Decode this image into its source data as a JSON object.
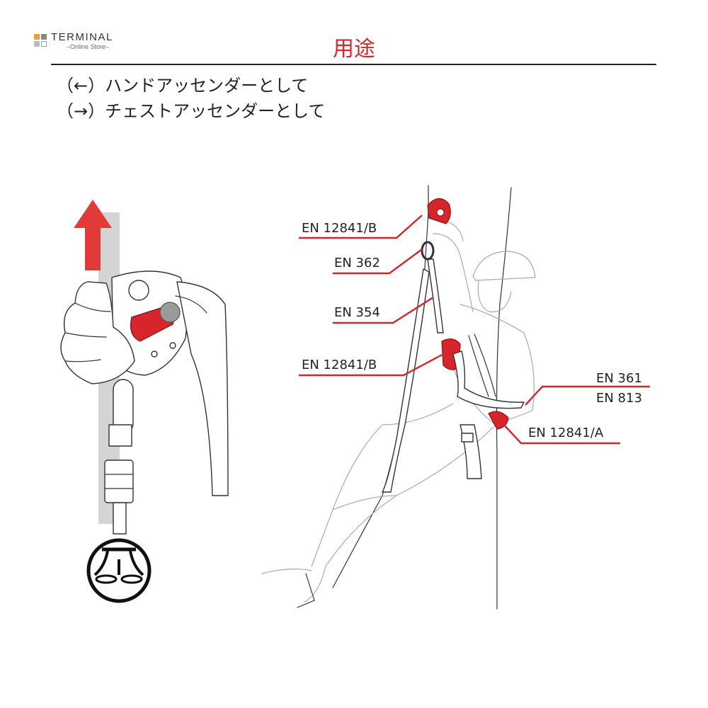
{
  "header": {
    "logo_text": "TERMINAL",
    "logo_subtext": "–Online Store–",
    "title": "用途"
  },
  "subtitle_lines": [
    "（←）ハンドアッセンダーとして",
    "（→）チェストアッセンダーとして"
  ],
  "labels": {
    "en12841b_top": "EN 12841/B",
    "en362": "EN 362",
    "en354": "EN 354",
    "en12841b_mid": "EN 12841/B",
    "en361": "EN 361",
    "en813": "EN 813",
    "en12841a": "EN 12841/A"
  },
  "colors": {
    "accent": "#d6262b",
    "text": "#222222",
    "logo_orange": "#e8a13a"
  }
}
